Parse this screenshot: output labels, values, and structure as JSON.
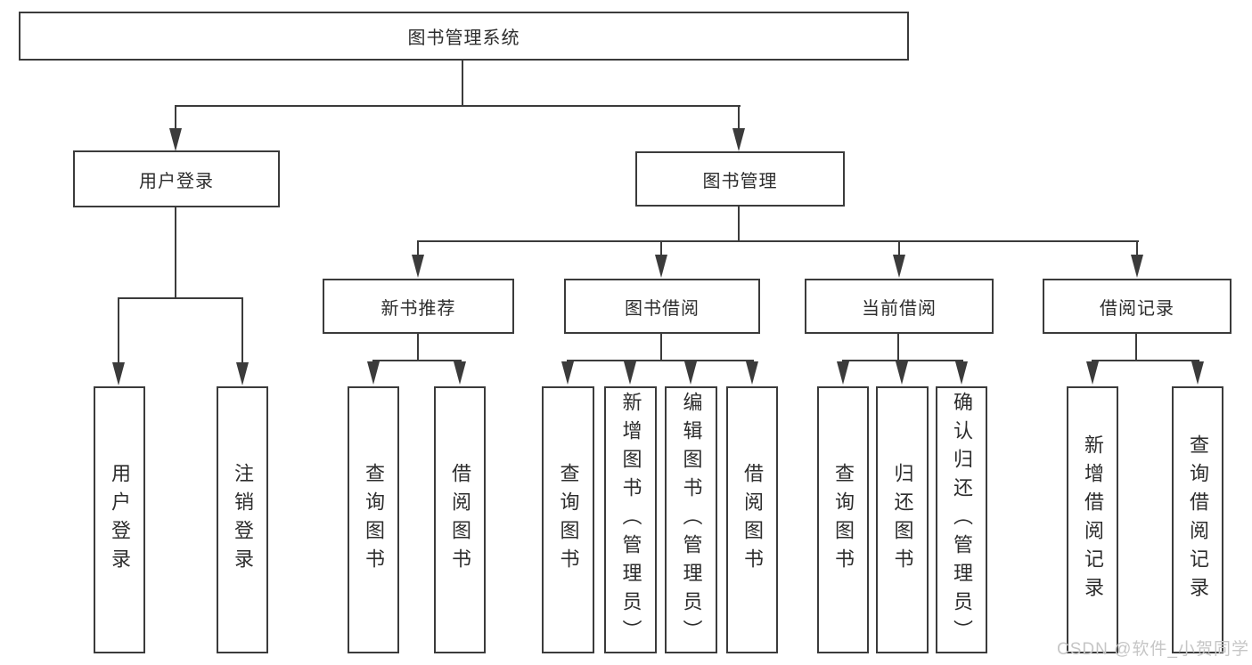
{
  "tree": {
    "root": {
      "label": "图书管理系统"
    },
    "branches": [
      {
        "label": "用户登录",
        "children": [
          {
            "label": "用户登录"
          },
          {
            "label": "注销登录"
          }
        ]
      },
      {
        "label": "图书管理",
        "children": [
          {
            "label": "新书推荐",
            "children": [
              {
                "label": "查询图书"
              },
              {
                "label": "借阅图书"
              }
            ]
          },
          {
            "label": "图书借阅",
            "children": [
              {
                "label": "查询图书"
              },
              {
                "label": "新增图书（管理员）"
              },
              {
                "label": "编辑图书（管理员）"
              },
              {
                "label": "借阅图书"
              }
            ]
          },
          {
            "label": "当前借阅",
            "children": [
              {
                "label": "查询图书"
              },
              {
                "label": "归还图书"
              },
              {
                "label": "确认归还（管理员）"
              }
            ]
          },
          {
            "label": "借阅记录",
            "children": [
              {
                "label": "新增借阅记录"
              },
              {
                "label": "查询借阅记录"
              }
            ]
          }
        ]
      }
    ]
  },
  "watermark": {
    "text": "CSDN @软件_小贺同学"
  },
  "colors": {
    "line": "#3b3b3b",
    "text": "#2d2d2d",
    "background": "#ffffff",
    "watermark": "#c6c6c6"
  }
}
